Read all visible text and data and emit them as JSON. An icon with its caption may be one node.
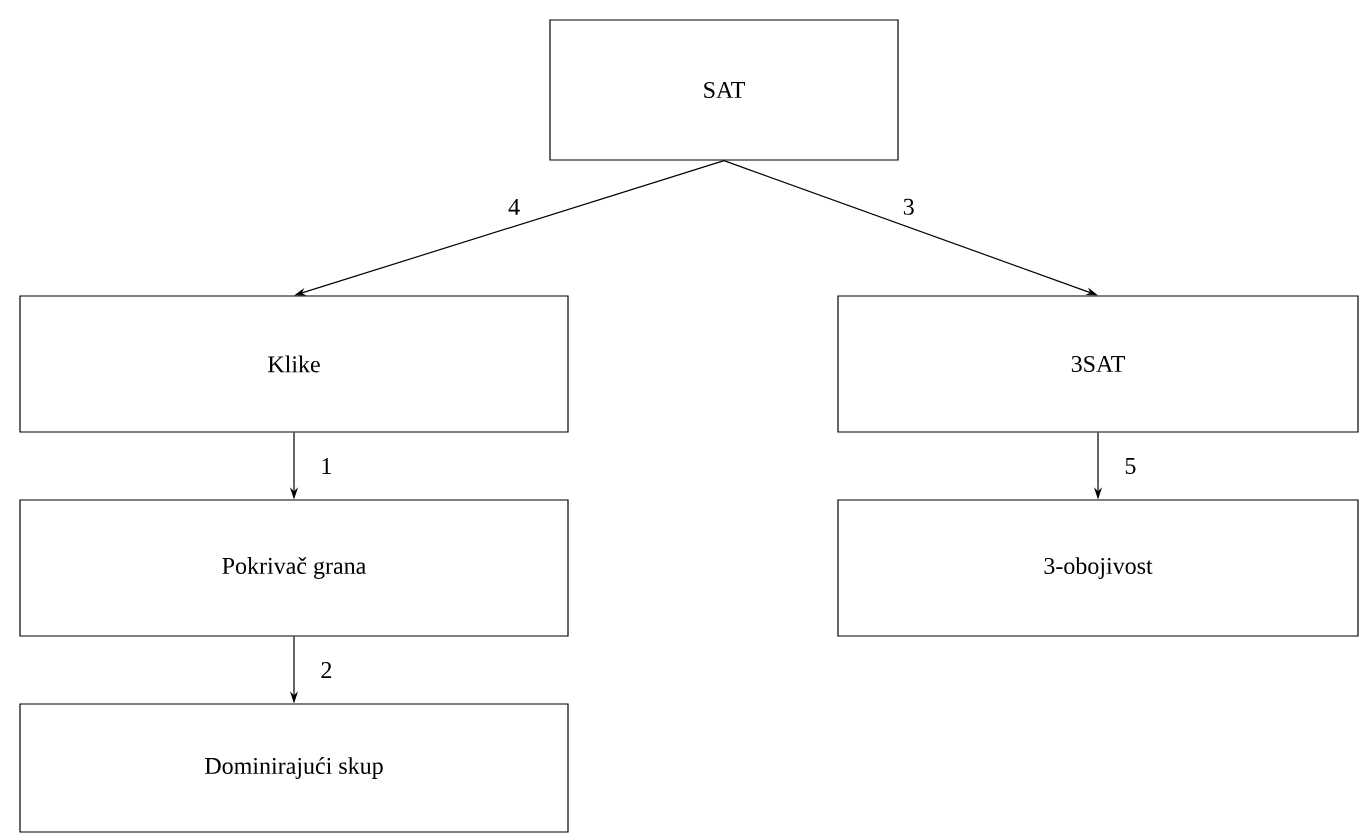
{
  "diagram": {
    "nodes": [
      {
        "text": [
          "SAT"
        ]
      },
      {
        "text": [
          "Klike"
        ]
      },
      {
        "text": [
          "3SAT"
        ]
      },
      {
        "text": [
          "Pokrivač grana"
        ]
      },
      {
        "text": [
          "3-obojivost"
        ]
      },
      {
        "text": [
          "Dominirajući skup"
        ]
      }
    ],
    "edges": [
      {
        "from": 0,
        "to": 1,
        "arrow": "to",
        "label": "4"
      },
      {
        "from": 0,
        "to": 2,
        "arrow": "to",
        "label": "3"
      },
      {
        "from": 1,
        "to": 3,
        "arrow": "to",
        "label": "1"
      },
      {
        "from": 2,
        "to": 4,
        "arrow": "to",
        "label": "5"
      },
      {
        "from": 3,
        "to": 5,
        "arrow": "to",
        "label": "2"
      }
    ]
  }
}
